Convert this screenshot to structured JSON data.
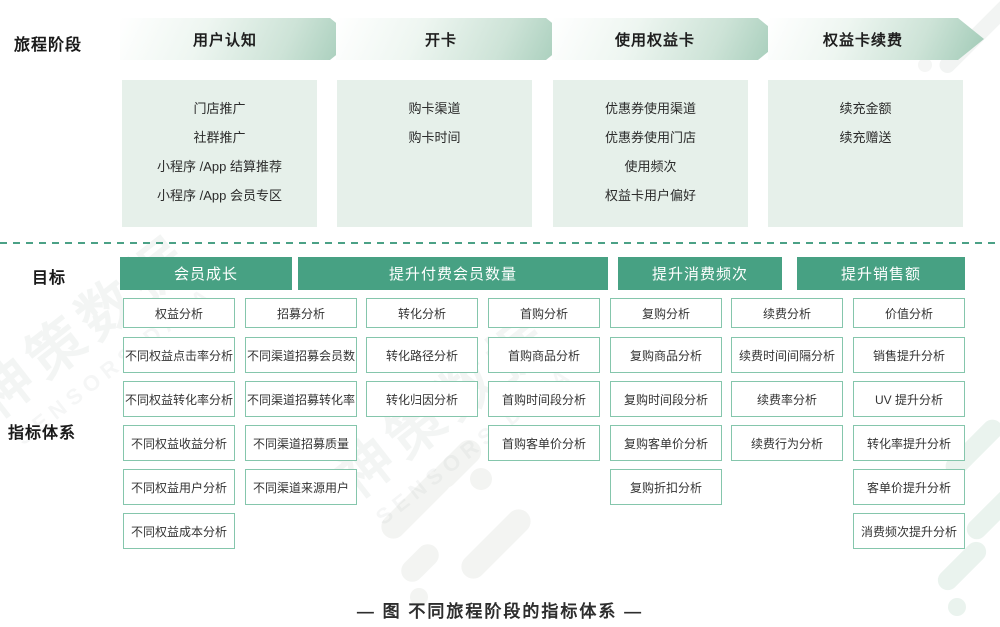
{
  "row_labels": {
    "journey": "旅程阶段",
    "goal": "目标",
    "metrics": "指标体系"
  },
  "stages": [
    {
      "label": "用户认知",
      "touchpoints": [
        "门店推广",
        "社群推广",
        "小程序 /App 结算推荐",
        "小程序 /App 会员专区"
      ]
    },
    {
      "label": "开卡",
      "touchpoints": [
        "购卡渠道",
        "购卡时间"
      ]
    },
    {
      "label": "使用权益卡",
      "touchpoints": [
        "优惠券使用渠道",
        "优惠券使用门店",
        "使用频次",
        "权益卡用户偏好"
      ]
    },
    {
      "label": "权益卡续费",
      "touchpoints": [
        "续充金额",
        "续充赠送"
      ]
    }
  ],
  "goals": [
    {
      "label": "会员成长"
    },
    {
      "label": "提升付费会员数量"
    },
    {
      "label": "提升消费频次"
    },
    {
      "label": "提升销售额"
    }
  ],
  "metric_columns": [
    [
      "权益分析",
      "不同权益点击率分析",
      "不同权益转化率分析",
      "不同权益收益分析",
      "不同权益用户分析",
      "不同权益成本分析"
    ],
    [
      "招募分析",
      "不同渠道招募会员数",
      "不同渠道招募转化率",
      "不同渠道招募质量",
      "不同渠道来源用户"
    ],
    [
      "转化分析",
      "转化路径分析",
      "转化归因分析"
    ],
    [
      "首购分析",
      "首购商品分析",
      "首购时间段分析",
      "首购客单价分析"
    ],
    [
      "复购分析",
      "复购商品分析",
      "复购时间段分析",
      "复购客单价分析",
      "复购折扣分析"
    ],
    [
      "续费分析",
      "续费时间间隔分析",
      "续费率分析",
      "续费行为分析"
    ],
    [
      "价值分析",
      "销售提升分析",
      "UV 提升分析",
      "转化率提升分析",
      "客单价提升分析",
      "消费频次提升分析"
    ]
  ],
  "caption": "—  图 不同旅程阶段的指标体系  —",
  "watermark": {
    "cn": "神策数据",
    "en": "SENSORS DATA"
  },
  "colors": {
    "accent_green": "#47a183",
    "arrow_green": "#a0cab6",
    "touchpoint_bg": "#e6f0ea",
    "metric_border": "#85c6ac",
    "divider_green": "#4ba186"
  }
}
